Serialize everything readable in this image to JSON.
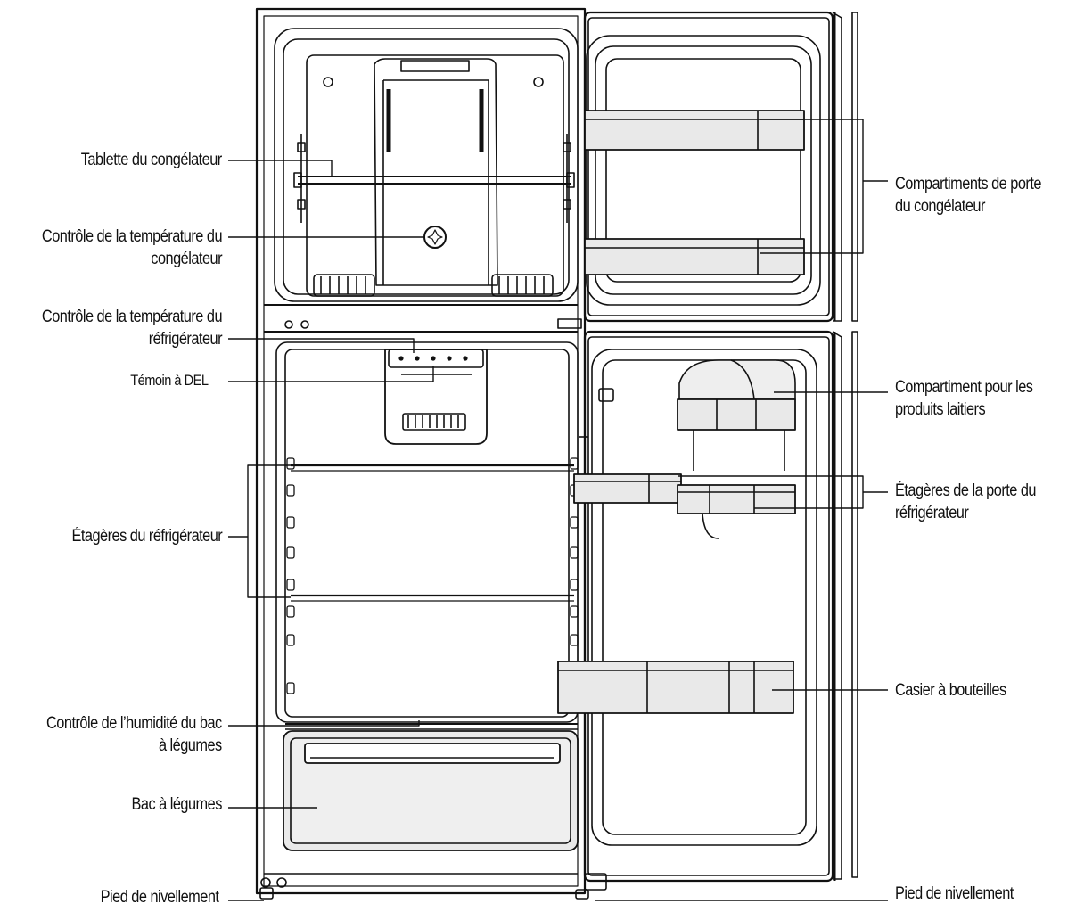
{
  "labels": {
    "freezer_shelf": "Tablette du congélateur",
    "freezer_temp_control": [
      "Contrôle de la température du",
      "congélateur"
    ],
    "fridge_temp_control": [
      "Contrôle de la température du",
      "réfrigérateur"
    ],
    "led_indicator": "Témoin à DEL",
    "fridge_shelves": "Étagères du réfrigérateur",
    "crisper_humidity_control": [
      "Contrôle de l’humidité du bac",
      "à légumes"
    ],
    "crisper_drawer": "Bac à légumes",
    "leveling_leg_left": "Pied de nivellement",
    "freezer_door_bins": [
      "Compartiments de porte",
      "du congélateur"
    ],
    "dairy_compartment": [
      "Compartiment pour les",
      "produits laitiers"
    ],
    "fridge_door_shelves": [
      "Étagères de la porte du",
      "réfrigérateur"
    ],
    "bottle_rack": "Casier à bouteilles",
    "leveling_leg_right": "Pied de nivellement"
  }
}
